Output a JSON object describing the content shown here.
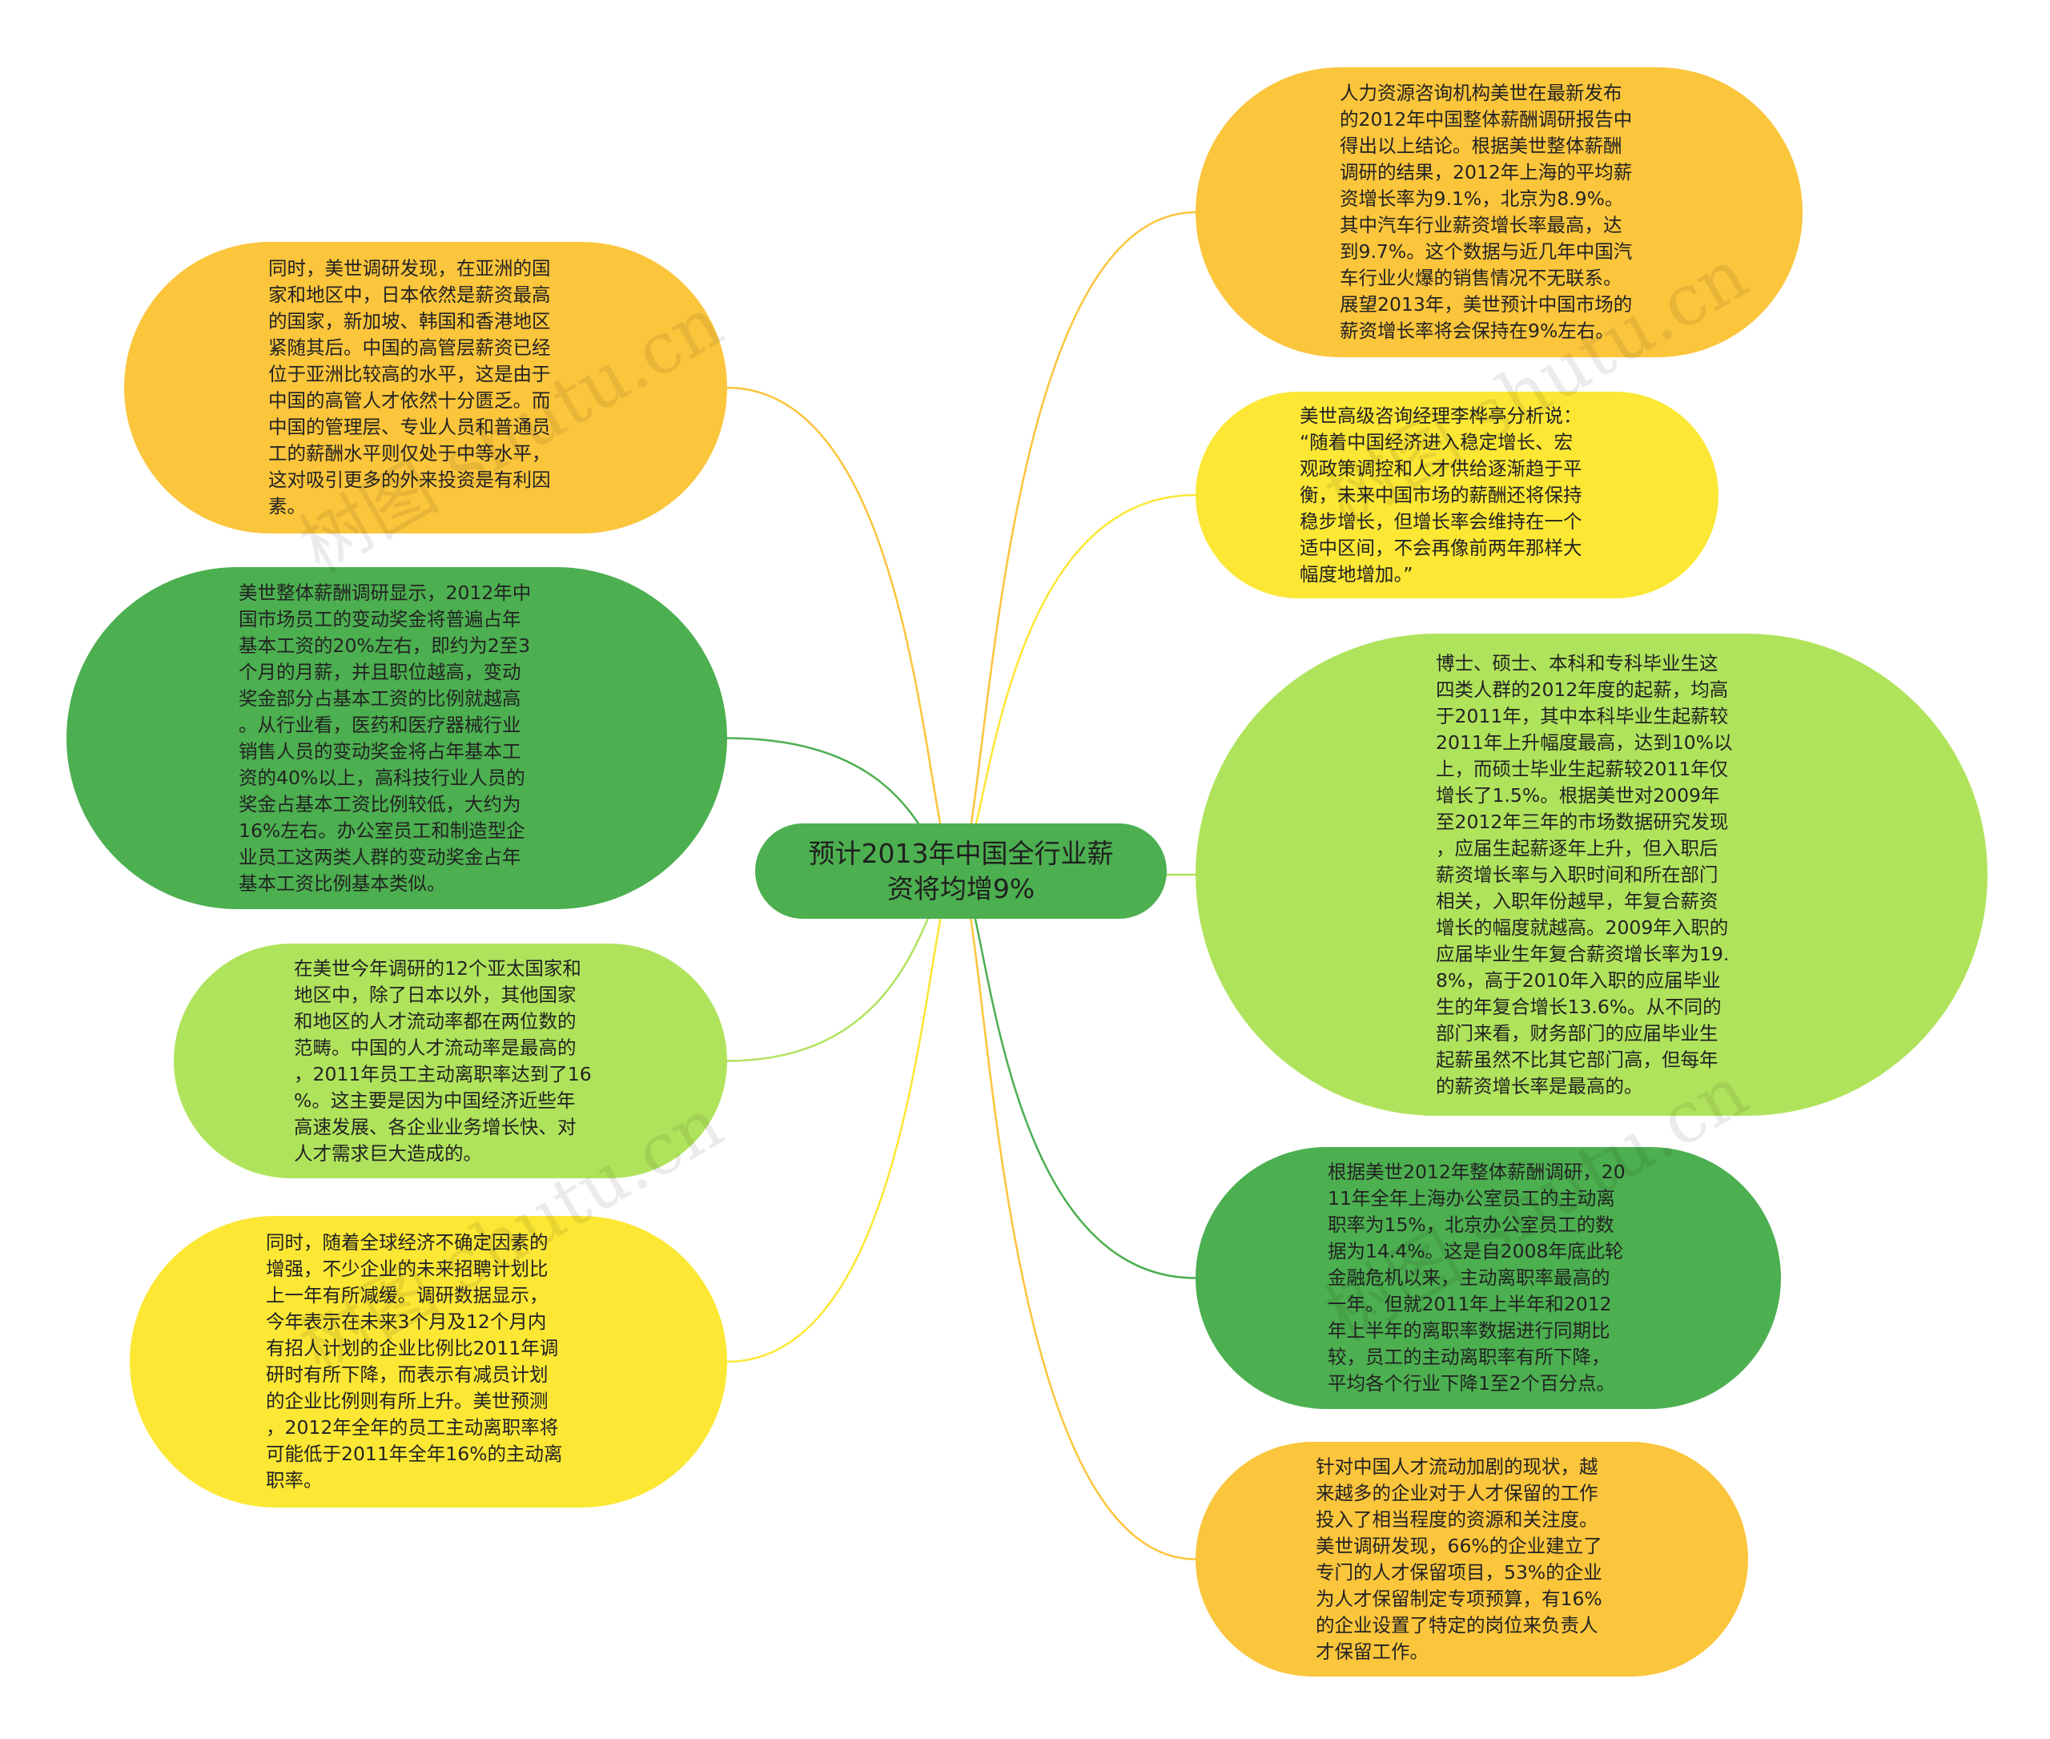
{
  "colors": {
    "orange": "#fbc53c",
    "yellow": "#fce735",
    "light_green": "#b0e35c",
    "dark_green": "#4caf50",
    "center": "#4caf50"
  },
  "center": {
    "label": "预计2013年中国全行业薪\n资将均增9%"
  },
  "left_nodes": [
    {
      "color": "orange",
      "text": "同时，美世调研发现，在亚洲的国\n家和地区中，日本依然是薪资最高\n的国家，新加坡、韩国和香港地区\n紧随其后。中国的高管层薪资已经\n位于亚洲比较高的水平，这是由于\n中国的高管人才依然十分匮乏。而\n中国的管理层、专业人员和普通员\n工的薪酬水平则仅处于中等水平，\n这对吸引更多的外来投资是有利因\n素。"
    },
    {
      "color": "dark_green",
      "text": "美世整体薪酬调研显示，2012年中\n国市场员工的变动奖金将普遍占年\n基本工资的20%左右，即约为2至3\n个月的月薪，并且职位越高，变动\n奖金部分占基本工资的比例就越高\n。从行业看，医药和医疗器械行业\n销售人员的变动奖金将占年基本工\n资的40%以上，高科技行业人员的\n奖金占基本工资比例较低，大约为\n16%左右。办公室员工和制造型企\n业员工这两类人群的变动奖金占年\n基本工资比例基本类似。"
    },
    {
      "color": "light_green",
      "text": "在美世今年调研的12个亚太国家和\n地区中，除了日本以外，其他国家\n和地区的人才流动率都在两位数的\n范畴。中国的人才流动率是最高的\n，2011年员工主动离职率达到了16\n%。这主要是因为中国经济近些年\n高速发展、各企业业务增长快、对\n人才需求巨大造成的。"
    },
    {
      "color": "yellow",
      "text": "同时，随着全球经济不确定因素的\n增强，不少企业的未来招聘计划比\n上一年有所减缓。调研数据显示，\n今年表示在未来3个月及12个月内\n有招人计划的企业比例比2011年调\n研时有所下降，而表示有减员计划\n的企业比例则有所上升。美世预测\n，2012年全年的员工主动离职率将\n可能低于2011年全年16%的主动离\n职率。"
    }
  ],
  "right_nodes": [
    {
      "color": "orange",
      "text": "人力资源咨询机构美世在最新发布\n的2012年中国整体薪酬调研报告中\n得出以上结论。根据美世整体薪酬\n调研的结果，2012年上海的平均薪\n资增长率为9.1%，北京为8.9%。\n其中汽车行业薪资增长率最高，达\n到9.7%。这个数据与近几年中国汽\n车行业火爆的销售情况不无联系。\n展望2013年，美世预计中国市场的\n薪资增长率将会保持在9%左右。"
    },
    {
      "color": "yellow",
      "text": "美世高级咨询经理李桦亭分析说：\n“随着中国经济进入稳定增长、宏\n观政策调控和人才供给逐渐趋于平\n衡，未来中国市场的薪酬还将保持\n稳步增长，但增长率会维持在一个\n适中区间，不会再像前两年那样大\n幅度地增加。”"
    },
    {
      "color": "light_green",
      "text": "博士、硕士、本科和专科毕业生这\n四类人群的2012年度的起薪，均高\n于2011年，其中本科毕业生起薪较\n2011年上升幅度最高，达到10%以\n上，而硕士毕业生起薪较2011年仅\n增长了1.5%。根据美世对2009年\n至2012年三年的市场数据研究发现\n，应届生起薪逐年上升，但入职后\n薪资增长率与入职时间和所在部门\n相关，入职年份越早，年复合薪资\n增长的幅度就越高。2009年入职的\n应届毕业生年复合薪资增长率为19.\n8%，高于2010年入职的应届毕业\n生的年复合增长13.6%。从不同的\n部门来看，财务部门的应届毕业生\n起薪虽然不比其它部门高，但每年\n的薪资增长率是最高的。"
    },
    {
      "color": "dark_green",
      "text": "根据美世2012年整体薪酬调研，20\n11年全年上海办公室员工的主动离\n职率为15%，北京办公室员工的数\n据为14.4%。这是自2008年底此轮\n金融危机以来，主动离职率最高的\n一年。但就2011年上半年和2012\n年上半年的离职率数据进行同期比\n较，员工的主动离职率有所下降，\n平均各个行业下降1至2个百分点。"
    },
    {
      "color": "orange",
      "text": "针对中国人才流动加剧的现状，越\n来越多的企业对于人才保留的工作\n投入了相当程度的资源和关注度。\n美世调研发现，66%的企业建立了\n专门的人才保留项目，53%的企业\n为人才保留制定专项预算，有16%\n的企业设置了特定的岗位来负责人\n才保留工作。"
    }
  ],
  "watermark": "树图 shutu.cn"
}
